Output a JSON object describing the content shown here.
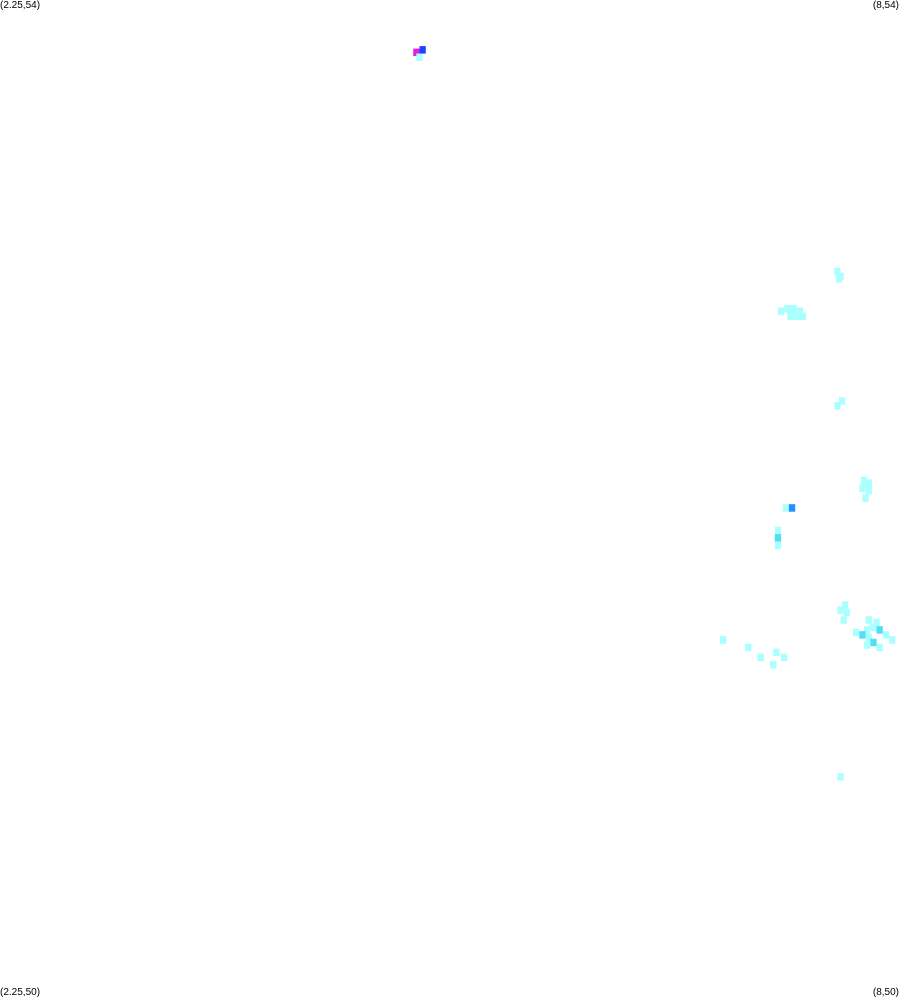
{
  "map": {
    "corners": {
      "top_left": "(2.25,54)",
      "top_right": "(8,54)",
      "bottom_left": "(2.25,50)",
      "bottom_right": "(8,50)"
    },
    "extent": {
      "lon_min": 2.25,
      "lon_max": 8,
      "lat_min": 50,
      "lat_max": 54
    },
    "colors": {
      "background": "#ffffff",
      "low": "#aaffff",
      "medium": "#55ddf5",
      "high": "#1e90ff",
      "very_high": "#2040ff",
      "extreme": "#e020e0"
    },
    "cell_size_deg": {
      "lon": 0.04,
      "lat": 0.03
    },
    "cells": [
      {
        "lon": 4.91,
        "lat": 53.79,
        "level": "extreme"
      },
      {
        "lon": 4.95,
        "lat": 53.8,
        "level": "very_high"
      },
      {
        "lon": 4.93,
        "lat": 53.77,
        "level": "low"
      },
      {
        "lon": 7.6,
        "lat": 52.91,
        "level": "low"
      },
      {
        "lon": 7.62,
        "lat": 52.89,
        "level": "low"
      },
      {
        "lon": 7.61,
        "lat": 52.88,
        "level": "low"
      },
      {
        "lon": 7.24,
        "lat": 52.75,
        "level": "low"
      },
      {
        "lon": 7.28,
        "lat": 52.76,
        "level": "low"
      },
      {
        "lon": 7.32,
        "lat": 52.76,
        "level": "low"
      },
      {
        "lon": 7.36,
        "lat": 52.75,
        "level": "low"
      },
      {
        "lon": 7.38,
        "lat": 52.73,
        "level": "low"
      },
      {
        "lon": 7.3,
        "lat": 52.73,
        "level": "low"
      },
      {
        "lon": 7.34,
        "lat": 52.73,
        "level": "low"
      },
      {
        "lon": 7.6,
        "lat": 52.37,
        "level": "low"
      },
      {
        "lon": 7.63,
        "lat": 52.39,
        "level": "low"
      },
      {
        "lon": 7.77,
        "lat": 52.07,
        "level": "low"
      },
      {
        "lon": 7.8,
        "lat": 52.06,
        "level": "low"
      },
      {
        "lon": 7.76,
        "lat": 52.04,
        "level": "low"
      },
      {
        "lon": 7.8,
        "lat": 52.03,
        "level": "low"
      },
      {
        "lon": 7.78,
        "lat": 52.0,
        "level": "low"
      },
      {
        "lon": 7.27,
        "lat": 51.96,
        "level": "low"
      },
      {
        "lon": 7.31,
        "lat": 51.96,
        "level": "high"
      },
      {
        "lon": 7.22,
        "lat": 51.87,
        "level": "low"
      },
      {
        "lon": 7.22,
        "lat": 51.84,
        "level": "medium"
      },
      {
        "lon": 7.22,
        "lat": 51.81,
        "level": "low"
      },
      {
        "lon": 7.65,
        "lat": 51.57,
        "level": "low"
      },
      {
        "lon": 7.62,
        "lat": 51.55,
        "level": "low"
      },
      {
        "lon": 7.66,
        "lat": 51.54,
        "level": "low"
      },
      {
        "lon": 7.64,
        "lat": 51.51,
        "level": "low"
      },
      {
        "lon": 7.8,
        "lat": 51.51,
        "level": "low"
      },
      {
        "lon": 7.85,
        "lat": 51.5,
        "level": "low"
      },
      {
        "lon": 7.83,
        "lat": 51.48,
        "level": "low"
      },
      {
        "lon": 7.87,
        "lat": 51.47,
        "level": "medium"
      },
      {
        "lon": 7.79,
        "lat": 51.47,
        "level": "low"
      },
      {
        "lon": 7.72,
        "lat": 51.46,
        "level": "low"
      },
      {
        "lon": 7.76,
        "lat": 51.45,
        "level": "medium"
      },
      {
        "lon": 7.8,
        "lat": 51.44,
        "level": "low"
      },
      {
        "lon": 7.91,
        "lat": 51.45,
        "level": "low"
      },
      {
        "lon": 7.95,
        "lat": 51.43,
        "level": "low"
      },
      {
        "lon": 7.83,
        "lat": 51.42,
        "level": "medium"
      },
      {
        "lon": 7.79,
        "lat": 51.41,
        "level": "low"
      },
      {
        "lon": 7.87,
        "lat": 51.4,
        "level": "low"
      },
      {
        "lon": 6.87,
        "lat": 51.43,
        "level": "low"
      },
      {
        "lon": 7.03,
        "lat": 51.4,
        "level": "low"
      },
      {
        "lon": 7.11,
        "lat": 51.36,
        "level": "low"
      },
      {
        "lon": 7.21,
        "lat": 51.38,
        "level": "low"
      },
      {
        "lon": 7.26,
        "lat": 51.36,
        "level": "low"
      },
      {
        "lon": 7.19,
        "lat": 51.33,
        "level": "low"
      },
      {
        "lon": 7.62,
        "lat": 50.88,
        "level": "low"
      }
    ]
  }
}
